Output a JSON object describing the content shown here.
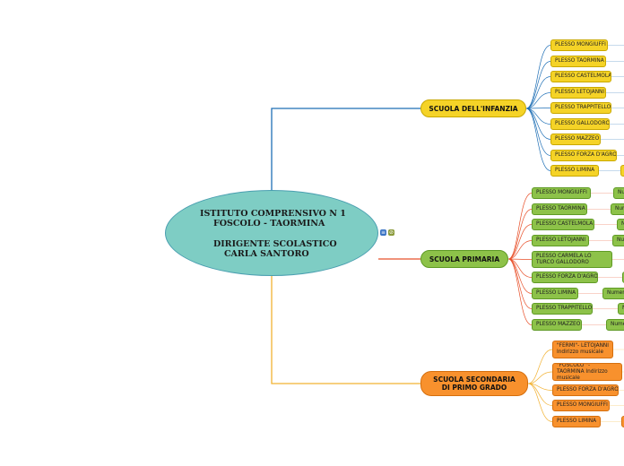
{
  "center": {
    "line1": "ISTITUTO COMPRENSIVO N 1",
    "line2": "FOSCOLO - TAORMINA",
    "line3": "DIRIGENTE SCOLASTICO",
    "line4": "CARLA SANTORO"
  },
  "icons": [
    "notes-icon",
    "attachment-icon"
  ],
  "branches": [
    {
      "label": "SCUOLA DELL'INFANZIA",
      "color": "#1f6fb5",
      "leaf_color": "#f5d327",
      "leaves": [
        "PLESSO MONGIUFFI",
        "PLESSO TAORMINA",
        "PLESSO CASTELMOLA",
        "PLESSO LETOJANNI",
        "PLESSO TRAPPITELLO",
        "PLESSO GALLODORO",
        "PLESSO MAZZEO",
        "PLESSO FORZA D'AGRO",
        "PLESSO LIMINA"
      ]
    },
    {
      "label": "SCUOLA PRIMARIA",
      "color": "#e8502a",
      "leaf_color": "#8dc249",
      "leaves": [
        "PLESSO MONGIUFFI",
        "PLESSO TAORMINA",
        "PLESSO CASTELMOLA",
        "PLESSO LETOJANNI",
        "PLESSO CARMELA LO TURCO GALLODORO",
        "PLESSO FORZA D'AGRO",
        "PLESSO LIMINA",
        "PLESSO TRAPPITELLO",
        "PLESSO MAZZEO"
      ],
      "sub_labels": [
        "Nu",
        "Num",
        "N",
        "Nu",
        "Numer",
        "N",
        "Nume"
      ]
    },
    {
      "label": "SCUOLA SECONDARIA DI PRIMO GRADO",
      "color": "#f2b233",
      "leaf_color": "#f8912d",
      "leaves": [
        "\"FERMI\"- LETOJANNI Indirizzo musicale",
        "\"FOSCOLO \"- TAORMINA Indirizzo musicale",
        "PLESSO FORZA D'AGRO",
        "PLESSO MONGIUFFI",
        "PLESSO LIMINA"
      ]
    }
  ]
}
